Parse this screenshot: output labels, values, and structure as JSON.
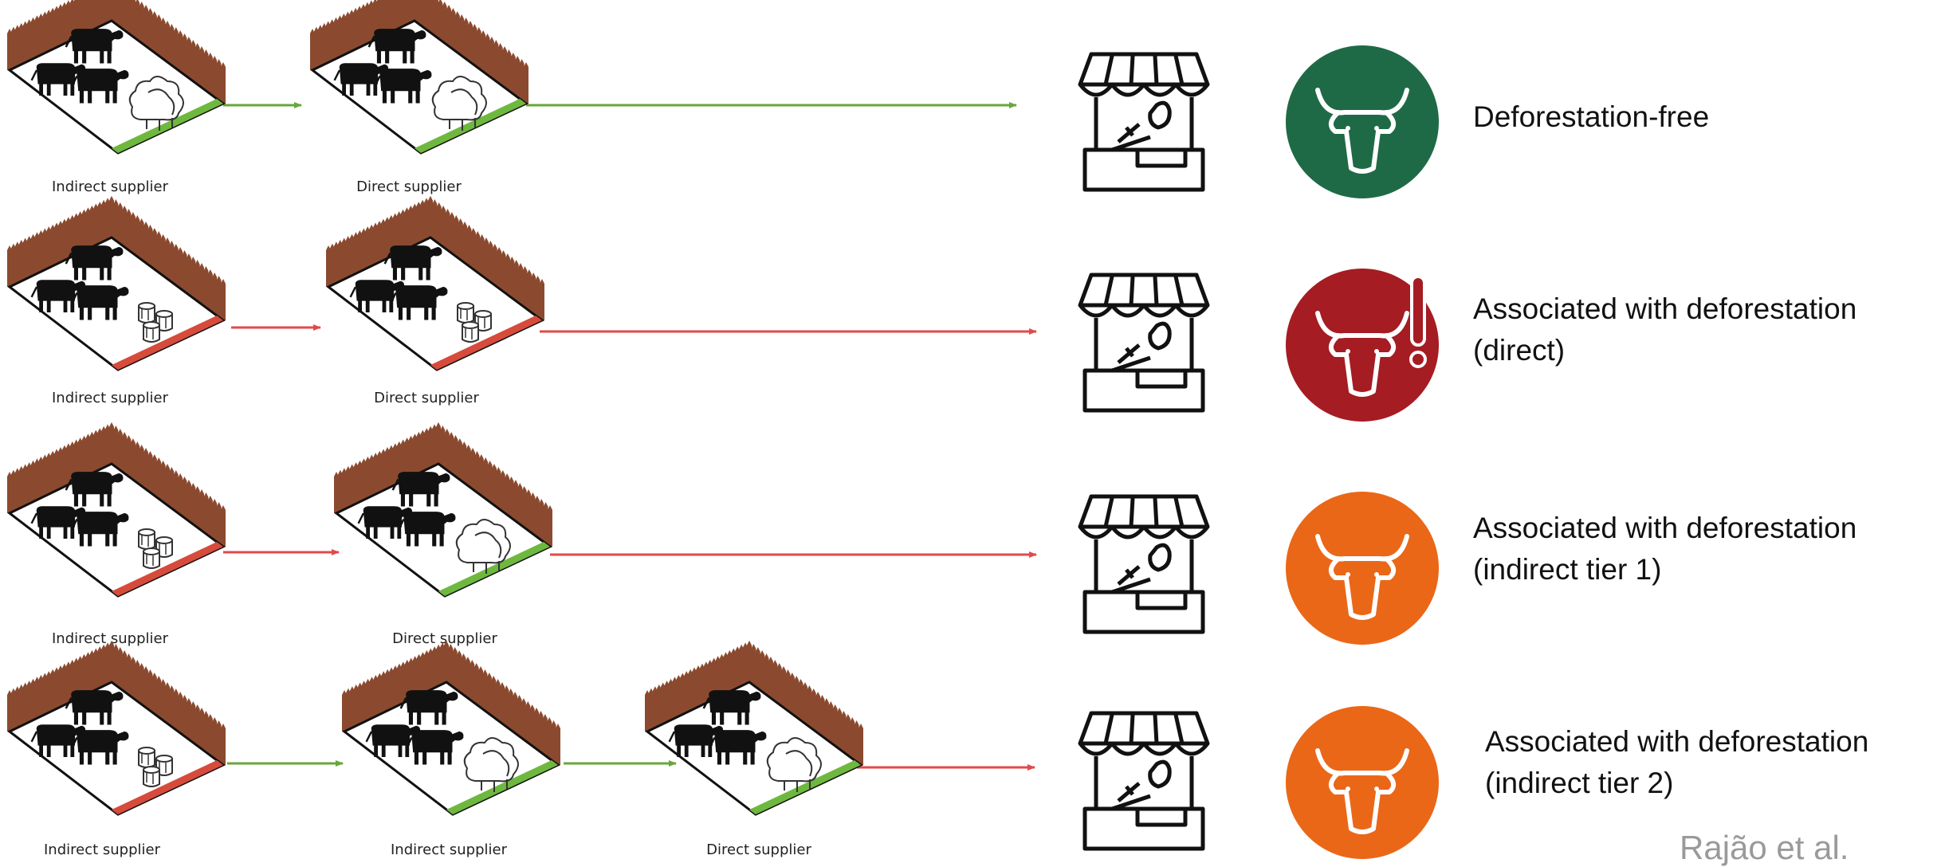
{
  "colors": {
    "green_arrow": "#67a73a",
    "red_arrow": "#e14a4a",
    "fence": "#8b4a2f",
    "deforestation_free": "#1f6a46",
    "direct_deforestation": "#a51c23",
    "indirect_deforestation": "#ea6718"
  },
  "rows": [
    {
      "farms": [
        {
          "label": "Indirect supplier",
          "vegetation": "trees",
          "edge": "green"
        },
        {
          "label": "Direct supplier",
          "vegetation": "trees",
          "edge": "green"
        }
      ],
      "arrows": [
        "green",
        "green"
      ],
      "market_icon": "butcher-stall-icon",
      "badge_color": "#1f6a46",
      "badge_alert": false,
      "status": "Deforestation-free"
    },
    {
      "farms": [
        {
          "label": "Indirect supplier",
          "vegetation": "stumps",
          "edge": "red"
        },
        {
          "label": "Direct supplier",
          "vegetation": "stumps",
          "edge": "red"
        }
      ],
      "arrows": [
        "red",
        "red"
      ],
      "market_icon": "butcher-stall-icon",
      "badge_color": "#a51c23",
      "badge_alert": true,
      "status": "Associated with deforestation\n(direct)"
    },
    {
      "farms": [
        {
          "label": "Indirect supplier",
          "vegetation": "stumps",
          "edge": "red"
        },
        {
          "label": "Direct supplier",
          "vegetation": "trees",
          "edge": "green"
        }
      ],
      "arrows": [
        "red",
        "red"
      ],
      "market_icon": "butcher-stall-icon",
      "badge_color": "#ea6718",
      "badge_alert": false,
      "status": "Associated with deforestation\n(indirect tier 1)"
    },
    {
      "farms": [
        {
          "label": "Indirect supplier",
          "vegetation": "stumps",
          "edge": "red"
        },
        {
          "label": "Indirect supplier",
          "vegetation": "trees",
          "edge": "green"
        },
        {
          "label": "Direct supplier",
          "vegetation": "trees",
          "edge": "green"
        }
      ],
      "arrows": [
        "green",
        "green",
        "red"
      ],
      "market_icon": "butcher-stall-icon",
      "badge_color": "#ea6718",
      "badge_alert": false,
      "status": "Associated with deforestation\n(indirect tier 2)"
    }
  ],
  "citation": "Rajão et al."
}
